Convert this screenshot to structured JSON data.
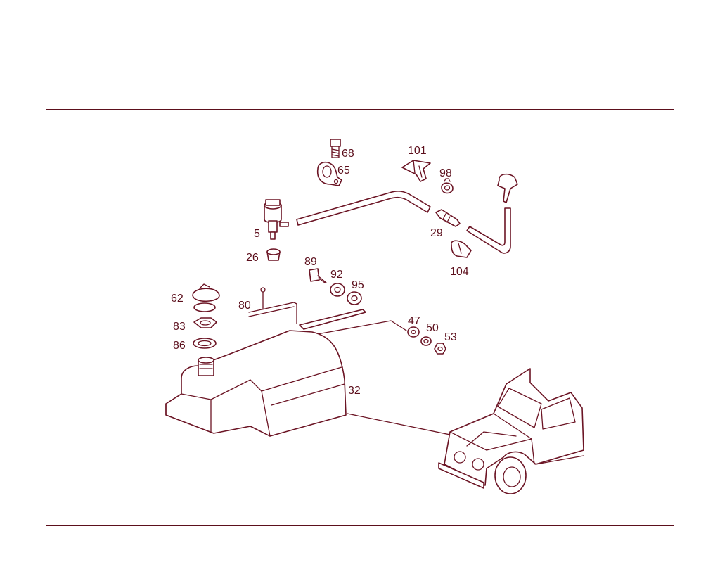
{
  "diagram": {
    "line_color": "#6b1424",
    "frame_color": "#5c0f1c",
    "callouts": {
      "c68": "68",
      "c65": "65",
      "c101": "101",
      "c98": "98",
      "c5": "5",
      "c29": "29",
      "c26": "26",
      "c104": "104",
      "c89": "89",
      "c92": "92",
      "c95": "95",
      "c62": "62",
      "c80": "80",
      "c83": "83",
      "c86": "86",
      "c47": "47",
      "c50": "50",
      "c53": "53",
      "c32": "32"
    }
  }
}
